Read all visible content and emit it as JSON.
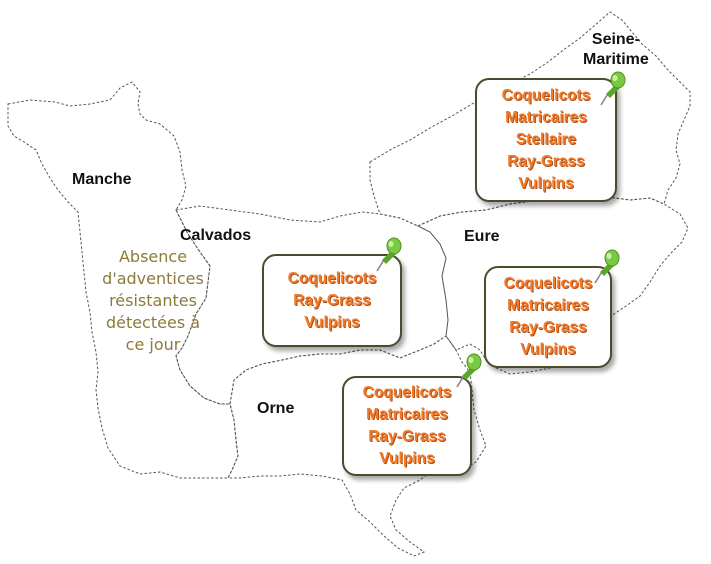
{
  "departments": {
    "seine_maritime": {
      "line1": "Seine-",
      "line2": "Maritime"
    },
    "manche": "Manche",
    "calvados": "Calvados",
    "eure": "Eure",
    "orne": "Orne"
  },
  "manche_note": [
    "Absence",
    "d'adventices",
    "résistantes",
    "détectées à",
    "ce jour"
  ],
  "resistant_weeds": {
    "seine_maritime": [
      "Coquelicots",
      "Matricaires",
      "Stellaire",
      "Ray-Grass",
      "Vulpins"
    ],
    "calvados": [
      "Coquelicots",
      "Ray-Grass",
      "Vulpins"
    ],
    "eure": [
      "Coquelicots",
      "Matricaires",
      "Ray-Grass",
      "Vulpins"
    ],
    "orne": [
      "Coquelicots",
      "Matricaires",
      "Ray-Grass",
      "Vulpins"
    ]
  },
  "colors": {
    "weed_text": "#f07a28",
    "note_text": "#8c7a3a",
    "callout_border": "#4d4a2e",
    "pin_green": "#7ac943"
  },
  "icons": {
    "pushpin": "pushpin-icon"
  }
}
